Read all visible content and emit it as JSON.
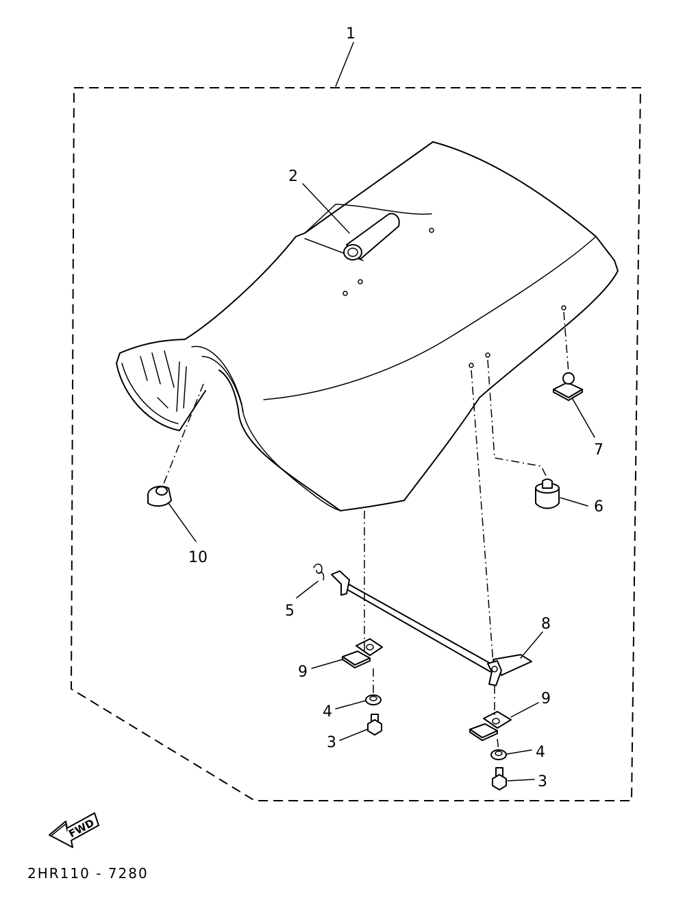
{
  "callouts": {
    "c1": "1",
    "c2": "2",
    "c3a": "3",
    "c3b": "3",
    "c4a": "4",
    "c4b": "4",
    "c5": "5",
    "c6": "6",
    "c7": "7",
    "c8": "8",
    "c9a": "9",
    "c9b": "9",
    "c10": "10"
  },
  "fwd_label": "FWD",
  "drawing_code": "2HR110 - 7280"
}
